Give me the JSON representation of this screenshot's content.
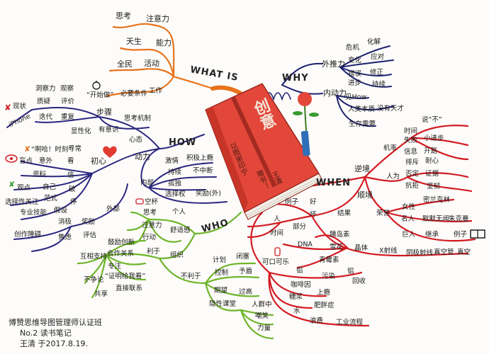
{
  "colors": {
    "what_is": "#e8731c",
    "why": "#1d2270",
    "how": "#2a2780",
    "when": "#d31b22",
    "who": "#6fb52c",
    "book": "#e2473a",
    "background": "#fdfcfa"
  },
  "center": {
    "book_title": "创意",
    "book_subtitle_1": "以图谢印宁",
    "book_subtitle_2": "赠书！",
    "book_subtitle_3": "王清"
  },
  "what_is": {
    "title": "WHAT IS",
    "nodes": [
      "思考",
      "注意力",
      "天生",
      "能力",
      "全民",
      "活动",
      "“开始做”",
      "必要条件",
      "工作"
    ]
  },
  "why": {
    "title": "WHY",
    "external": {
      "label": "外推力",
      "items": [
        "危机",
        "化解",
        "变化",
        "应对",
        "错误",
        "修正",
        "进步",
        "持续"
      ]
    },
    "internal": {
      "label": "内动力",
      "items": [
        "见How",
        "人类本质",
        "没有天才",
        "生存需要"
      ]
    }
  },
  "how": {
    "title": "HOW",
    "steps": {
      "label": "步骤",
      "items": [
        "洞察力",
        "观察",
        "质疑",
        "评价",
        "迭代",
        "重复",
        "现状",
        "iPhone"
      ]
    },
    "mechanism": {
      "label": "思考机制",
      "items": [
        "显性化",
        "有意识"
      ]
    },
    "mindset": {
      "label": "心态",
      "sub": "初心",
      "items": [
        "“啊哈！时刻”",
        "寻常",
        "盲点",
        "意外",
        "看",
        "资料",
        "信",
        "观点",
        "自己",
        "破",
        "范式",
        "选择性关注",
        "专业技能",
        "假设",
        "停"
      ]
    },
    "motivation": {
      "label": "动力",
      "internal": {
        "label": "内部",
        "items": [
          "激情",
          "积极上瘾",
          "持续",
          "不中断",
          "孤独",
          "选择权",
          "奖励(外)"
        ]
      },
      "external": {
        "label": "外部",
        "items": [
          "消极",
          "奖励",
          "焦虑",
          "评估",
          "创作障碍"
        ]
      },
      "empty_cup": "空杯"
    }
  },
  "who": {
    "title": "WHO",
    "individual": {
      "label": "个人",
      "items": [
        "思考",
        "注意力",
        "行动",
        "舒适感"
      ]
    },
    "organization": {
      "label": "组织",
      "favorable": {
        "label": "利于",
        "items": [
          "鼓励创新",
          "互相支持",
          "合作关系",
          "专注",
          "不争论",
          "“证明给我看”",
          "共享",
          "直接联系"
        ]
      },
      "unfavorable": {
        "label": "不利于",
        "items": [
          "计划",
          "闭塞",
          "控制",
          "予盾",
          "期望",
          "过高",
          "隐性课堂",
          "人群中",
          "嘲笑",
          "力量"
        ]
      }
    }
  },
  "when": {
    "title": "WHEN",
    "adversity": {
      "label": "逆境",
      "chance": {
        "label": "机率",
        "items": [
          "时间",
          "说“不”",
          "失败",
          "小进步",
          "信息",
          "开豁"
        ]
      },
      "human": {
        "label": "人为",
        "items": [
          "排斥",
          "耐心",
          "否定",
          "证据",
          "抗拒",
          "坚韧"
        ]
      }
    },
    "prosperity": {
      "label": "顺境",
      "items": [
        "荣誉",
        "女性",
        "密兰克林",
        "名人",
        "默默无闻",
        "朱克曼",
        "巨人",
        "继承",
        "例子"
      ]
    },
    "result": {
      "label": "结果",
      "items": [
        "例子",
        "好",
        "坏",
        "人",
        "部分",
        "时间"
      ]
    },
    "crystal": {
      "label": "晶体",
      "items": [
        "胰岛素",
        "DNA",
        "雪花",
        "青霉素",
        "X射线",
        "阴极射线",
        "真空管",
        "真空"
      ]
    },
    "cola": {
      "label": "可口可乐",
      "items": [
        "铝",
        "污染",
        "铝",
        "回收",
        "咖啡因",
        "上瘾",
        "糖浆",
        "肥胖症",
        "水",
        "浪费",
        "工业流程"
      ]
    }
  },
  "footer": {
    "line1": "博赞思维导图管理师认证班",
    "line2": "No.2  读书笔记",
    "line3": "王清  于2017.8.19."
  }
}
